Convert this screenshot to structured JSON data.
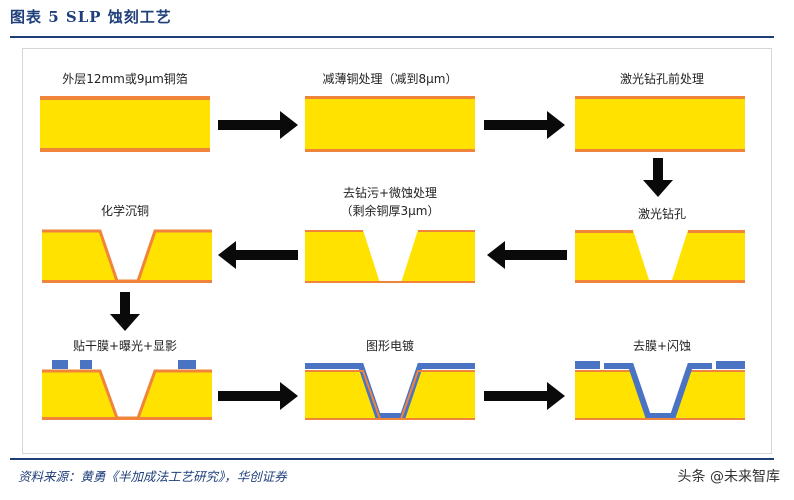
{
  "figure": {
    "title": "图表 5   SLP 蚀刻工艺",
    "source": "资料来源：黄勇《半加成法工艺研究》，华创证券",
    "watermark": "头条 @未来智库"
  },
  "colors": {
    "substrate": "#ffe200",
    "copper": "#f0843a",
    "dry_film": "#4a73c4",
    "arrow": "#0a0a0a",
    "title": "#1f3f7a"
  },
  "steps": [
    {
      "label": "外层12mm或9μm铜箔"
    },
    {
      "label": "减薄铜处理（减到8μm）"
    },
    {
      "label": "激光钻孔前处理"
    },
    {
      "label": "激光钻孔"
    },
    {
      "label": "去钻污+微蚀处理",
      "sublabel": "（剩余铜厚3μm）"
    },
    {
      "label": "化学沉铜"
    },
    {
      "label": "贴干膜+曝光+显影"
    },
    {
      "label": "图形电镀"
    },
    {
      "label": "去膜+闪蚀"
    }
  ]
}
